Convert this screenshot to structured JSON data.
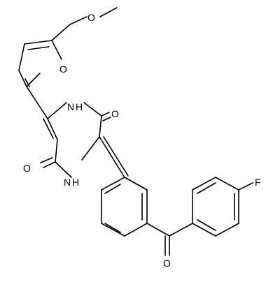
{
  "atom_labels": {
    "o_methoxy": "O",
    "o_furan": "O",
    "nh_top": "N",
    "h_top": "H",
    "o_ketone_right": "O",
    "o_ketone_left": "O",
    "nh_bottom": "N",
    "h_bottom": "H",
    "fluorine": "F",
    "o_benzoyl": "O"
  },
  "colors": {
    "bond": "#000000",
    "background": "#ffffff"
  }
}
